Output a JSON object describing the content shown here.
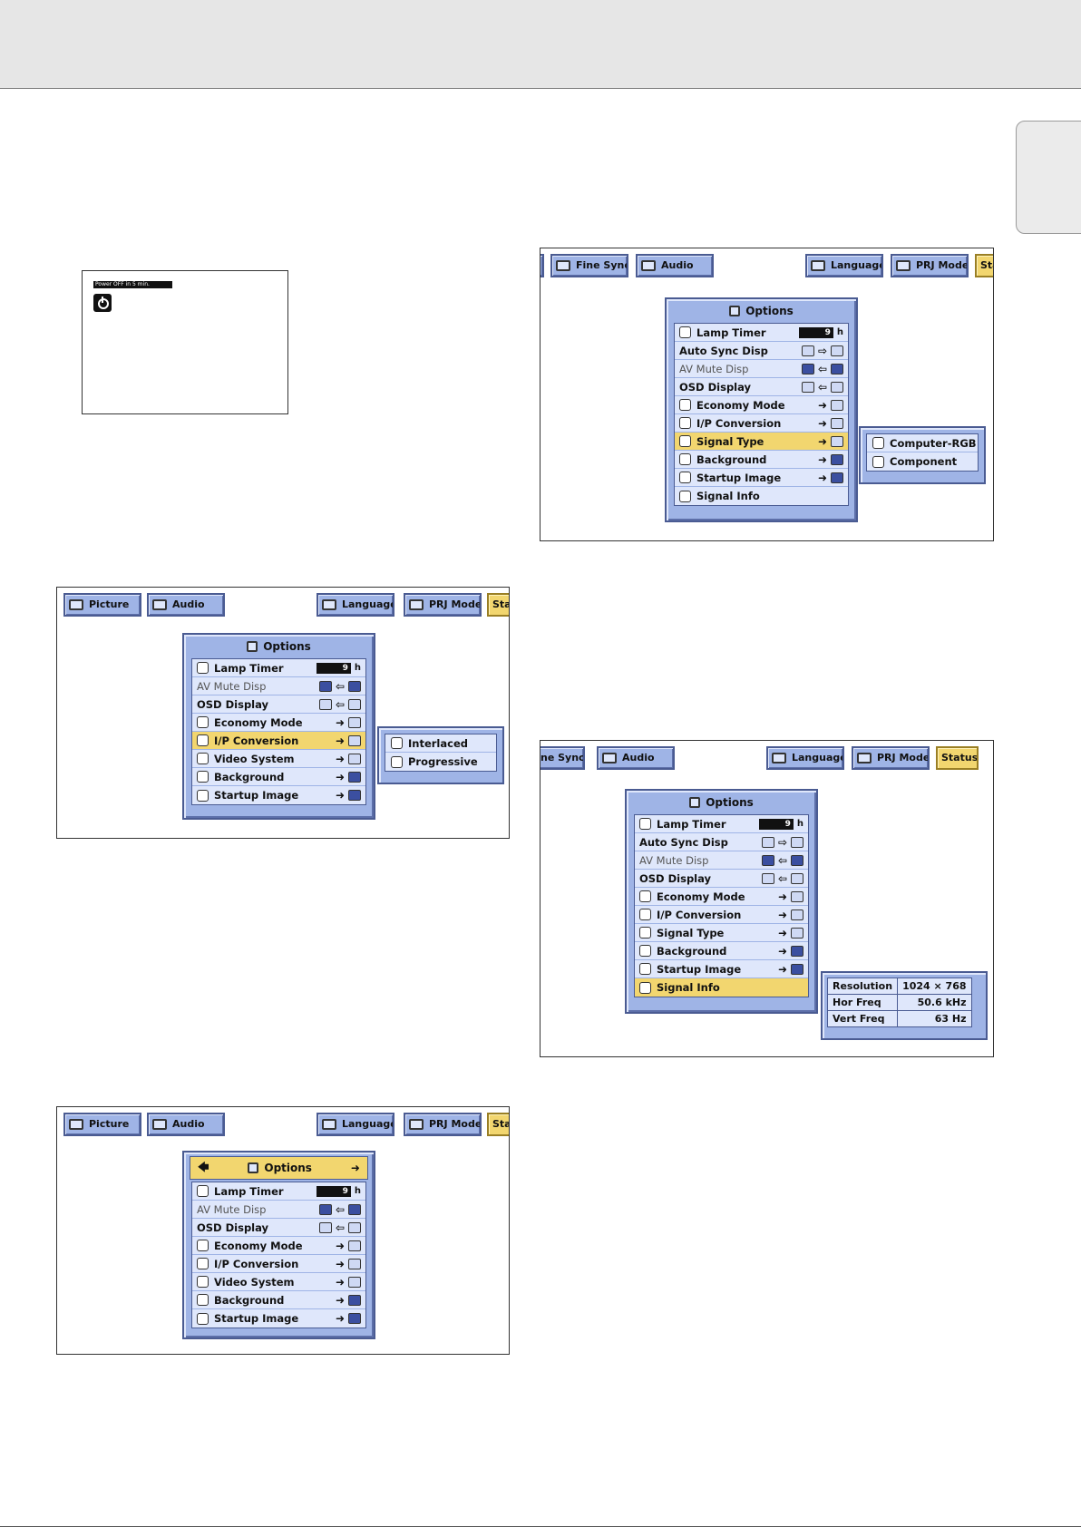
{
  "power_box": {
    "message": "Power OFF in 5 min."
  },
  "panel1": {
    "tabs": {
      "tab1": "Picture",
      "tab2": "Audio",
      "tab3": "Language",
      "tab4": "PRJ Mode",
      "tab5": "Sta"
    },
    "menu_title": "Options",
    "rows": [
      "Lamp Timer",
      "AV Mute Disp",
      "OSD Display",
      "Economy Mode",
      "I/P Conversion",
      "Video System",
      "Background",
      "Startup Image"
    ],
    "lamp_value": "9",
    "lamp_unit": "h",
    "submenu": [
      "Interlaced",
      "Progressive"
    ]
  },
  "panel2": {
    "tabs": {
      "tab1": "Picture",
      "tab2": "Audio",
      "tab3": "Language",
      "tab4": "PRJ Mode",
      "tab5": "Sta"
    },
    "menu_title": "Options",
    "rows": [
      "Lamp Timer",
      "AV Mute Disp",
      "OSD Display",
      "Economy Mode",
      "I/P Conversion",
      "Video System",
      "Background",
      "Startup Image"
    ],
    "lamp_value": "9",
    "lamp_unit": "h"
  },
  "panel3": {
    "tabs": {
      "tab1": "Fine Sync",
      "tab2": "Audio",
      "tab3": "Language",
      "tab4": "PRJ Mode",
      "tab5": "Sta"
    },
    "menu_title": "Options",
    "rows": [
      "Lamp Timer",
      "Auto Sync Disp",
      "AV Mute Disp",
      "OSD Display",
      "Economy Mode",
      "I/P Conversion",
      "Signal Type",
      "Background",
      "Startup Image",
      "Signal Info"
    ],
    "lamp_value": "9",
    "lamp_unit": "h",
    "submenu": [
      "Computer-RGB",
      "Component"
    ]
  },
  "panel4": {
    "tabs": {
      "tab1": "ne Sync",
      "tab2": "Audio",
      "tab3": "Language",
      "tab4": "PRJ Mode",
      "tab5": "Status"
    },
    "menu_title": "Options",
    "rows": [
      "Lamp Timer",
      "Auto Sync Disp",
      "AV Mute Disp",
      "OSD Display",
      "Economy Mode",
      "I/P Conversion",
      "Signal Type",
      "Background",
      "Startup Image",
      "Signal Info"
    ],
    "lamp_value": "9",
    "lamp_unit": "h",
    "info": {
      "resolution_label": "Resolution",
      "resolution_value": "1024 × 768",
      "hfreq_label": "Hor Freq",
      "hfreq_value": "50.6 kHz",
      "vfreq_label": "Vert Freq",
      "vfreq_value": "63 Hz"
    }
  }
}
